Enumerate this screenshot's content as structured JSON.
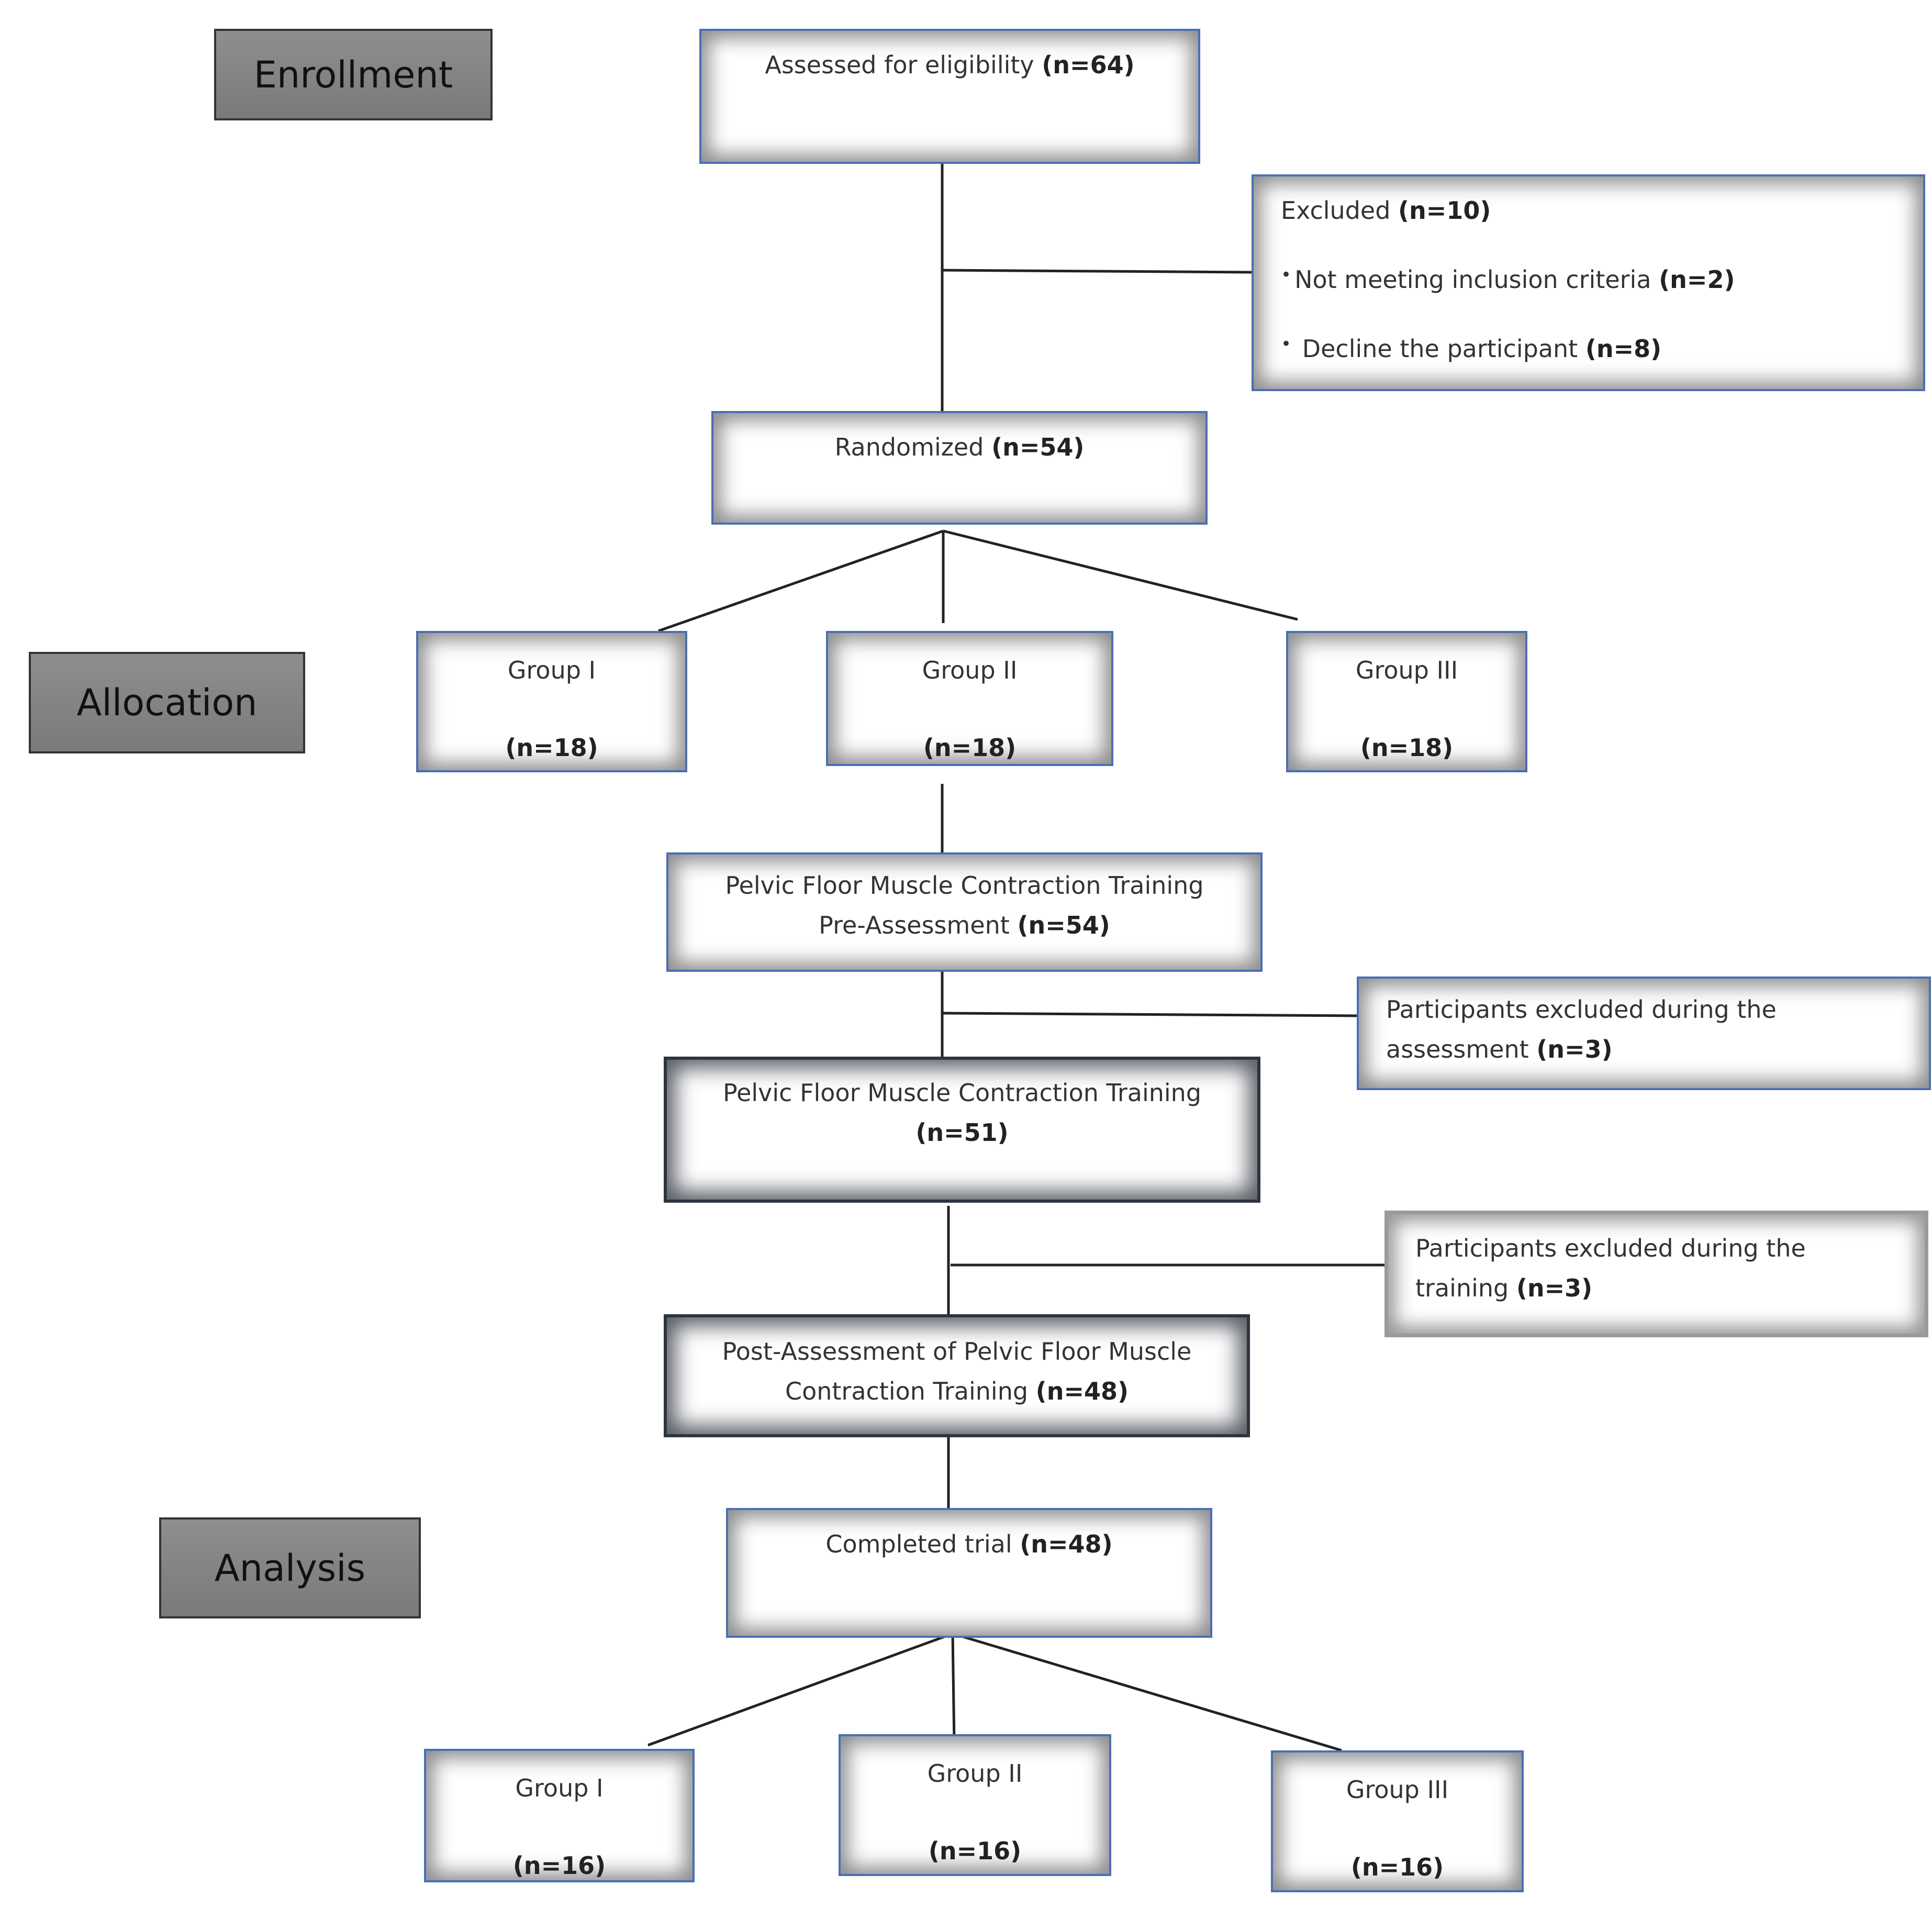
{
  "stages": {
    "enrollment": "Enrollment",
    "allocation": "Allocation",
    "analysis": "Analysis"
  },
  "assessed": {
    "label": "Assessed for eligibility",
    "n": "(n=64)"
  },
  "excluded": {
    "label": "Excluded",
    "n": "(n=10)",
    "reasons": [
      {
        "bullet": "•",
        "label": "Not meeting inclusion criteria",
        "n": "(n=2)"
      },
      {
        "bullet": "•",
        "label": "Decline the participant",
        "n": "(n=8)"
      }
    ]
  },
  "randomized": {
    "label": "Randomized",
    "n": "(n=54)"
  },
  "allocation_groups": [
    {
      "label": "Group I",
      "n": "(n=18)"
    },
    {
      "label": "Group II",
      "n": "(n=18)"
    },
    {
      "label": "Group III",
      "n": "(n=18)"
    }
  ],
  "pre_assessment": {
    "line1": "Pelvic Floor Muscle Contraction Training",
    "line2": "Pre-Assessment",
    "n": "(n=54)"
  },
  "excluded_assessment": {
    "line1": "Participants excluded during the",
    "line2": "assessment",
    "n": "(n=3)"
  },
  "training": {
    "line1": "Pelvic Floor Muscle Contraction Training",
    "n": "(n=51)"
  },
  "excluded_training": {
    "line1": "Participants excluded during the",
    "line2": "training",
    "n": "(n=3)"
  },
  "post_assessment": {
    "line1": "Post-Assessment of Pelvic Floor Muscle",
    "line2": "Contraction Training",
    "n": "(n=48)"
  },
  "completed": {
    "label": "Completed trial",
    "n": "(n=48)"
  },
  "analysis_groups": [
    {
      "label": "Group I",
      "n": "(n=16)"
    },
    {
      "label": "Group II",
      "n": "(n=16)"
    },
    {
      "label": "Group III",
      "n": "(n=16)"
    }
  ]
}
